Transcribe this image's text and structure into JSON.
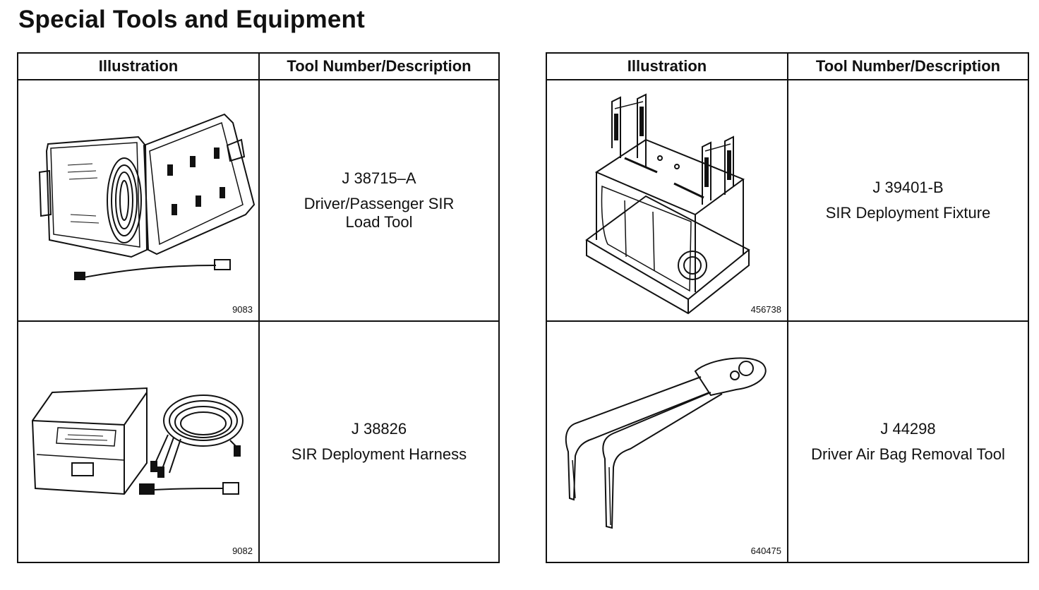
{
  "page": {
    "title": "Special Tools and Equipment"
  },
  "headers": {
    "illustration": "Illustration",
    "description": "Tool Number/Description"
  },
  "tools": [
    {
      "figure": "9083",
      "number": "J 38715–A",
      "description": "Driver/Passenger SIR Load Tool",
      "icon": "load-tool-case-illustration"
    },
    {
      "figure": "9082",
      "number": "J 38826",
      "description": "SIR Deployment Harness",
      "icon": "deployment-harness-illustration"
    },
    {
      "figure": "456738",
      "number": "J 39401-B",
      "description": "SIR Deployment Fixture",
      "icon": "deployment-fixture-illustration"
    },
    {
      "figure": "640475",
      "number": "J 44298",
      "description": "Driver Air Bag Removal Tool",
      "icon": "air-bag-removal-tool-illustration"
    }
  ]
}
